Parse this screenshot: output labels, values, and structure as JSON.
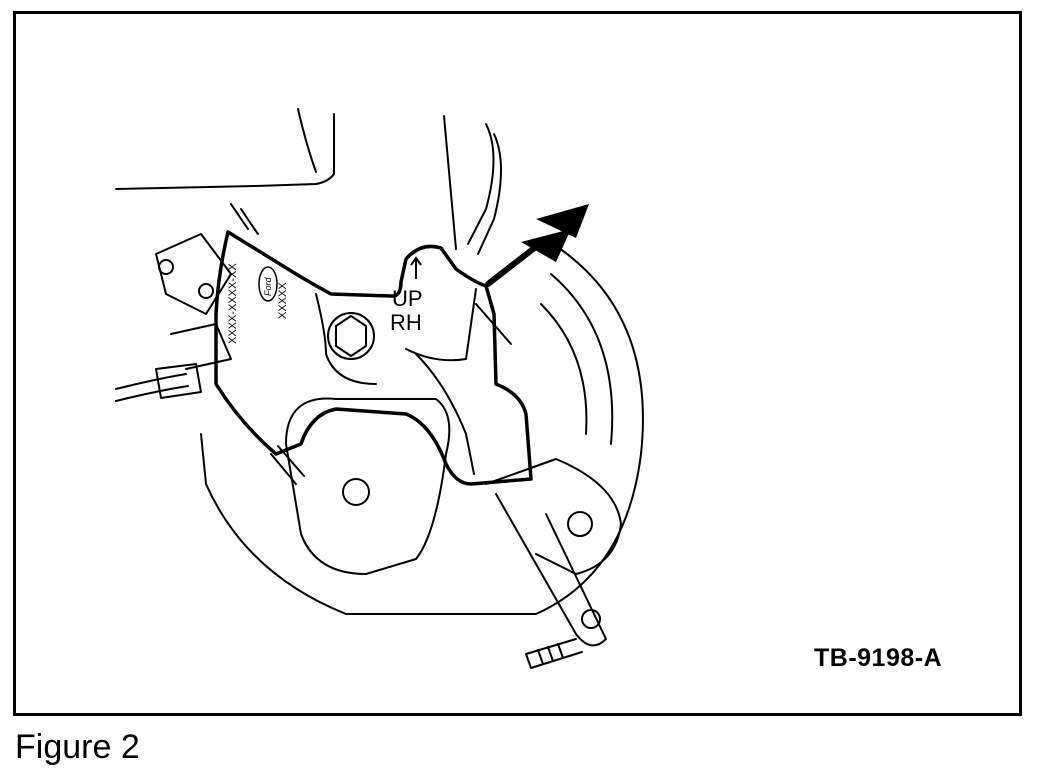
{
  "figure": {
    "caption": "Figure 2",
    "id": "TB-9198-A"
  },
  "shield": {
    "up_label": "UP",
    "rh_label": "RH",
    "part_number": "XXXX-XXXX-XX",
    "code": "XXXXX",
    "logo_text": "Ford"
  },
  "colors": {
    "line": "#000000",
    "background": "#ffffff"
  },
  "icons": {
    "arrow": "up-arrow-icon",
    "pointer": "callout-arrow-icon"
  }
}
